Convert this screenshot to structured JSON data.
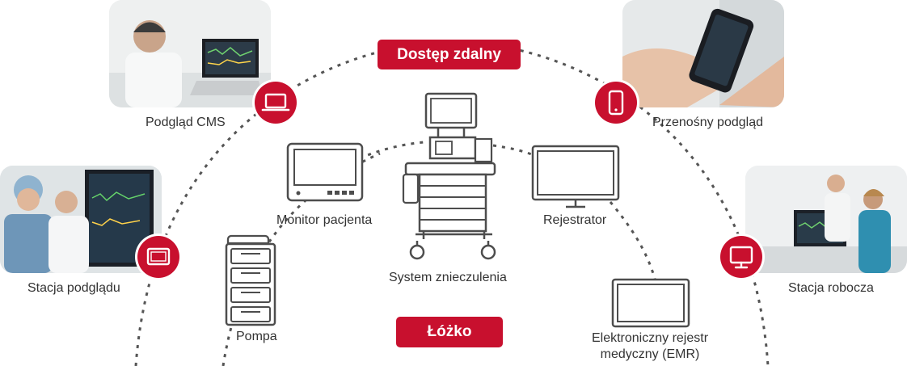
{
  "colors": {
    "accent": "#c8102e",
    "line": "#555555",
    "device_stroke": "#4d4d4d"
  },
  "pills": {
    "remote_access": "Dostęp zdalny",
    "bed": "Łóżko"
  },
  "remote_nodes": {
    "cms_view": {
      "label": "Podgląd CMS",
      "icon": "laptop-icon"
    },
    "mobile_view": {
      "label": "Przenośny podgląd",
      "icon": "smartphone-icon"
    },
    "viewing_station": {
      "label": "Stacja podglądu",
      "icon": "monitor-icon"
    },
    "workstation": {
      "label": "Stacja robocza",
      "icon": "desktop-icon"
    }
  },
  "bed_devices": {
    "patient_monitor": "Monitor pacjenta",
    "anesthesia_system": "System znieczulenia",
    "recorder": "Rejestrator",
    "pump": "Pompa",
    "emr_line1": "Elektroniczny rejestr",
    "emr_line2": "medyczny (EMR)"
  }
}
